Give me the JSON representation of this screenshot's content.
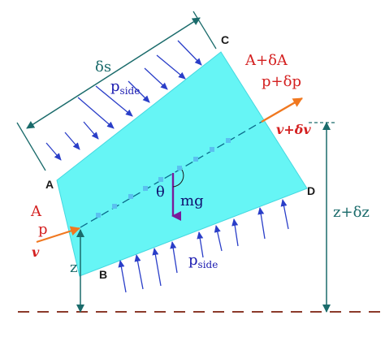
{
  "corners": {
    "a": "A",
    "b": "B",
    "c": "C",
    "d": "D"
  },
  "length_label": "δs",
  "pressure_top": {
    "main": "p",
    "sub": "side"
  },
  "pressure_bottom": {
    "main": "p",
    "sub": "side"
  },
  "inlet": {
    "area": "A",
    "pressure": "p",
    "velocity": "v"
  },
  "outlet": {
    "area": "A+δA",
    "pressure": "p+δp",
    "velocity": "v+δv"
  },
  "angle_label": "θ",
  "weight_label": "mg",
  "height_inlet": "z",
  "height_outlet": "z+δz",
  "colors": {
    "element_fill": "#66f5f5",
    "pressure_arrows": "#2a3ec8",
    "flow_arrows": "#f07820",
    "weight_arrow": "#7a1a9a",
    "dimension_lines": "#1a6b6b",
    "centerline": "#0a6a8a"
  }
}
